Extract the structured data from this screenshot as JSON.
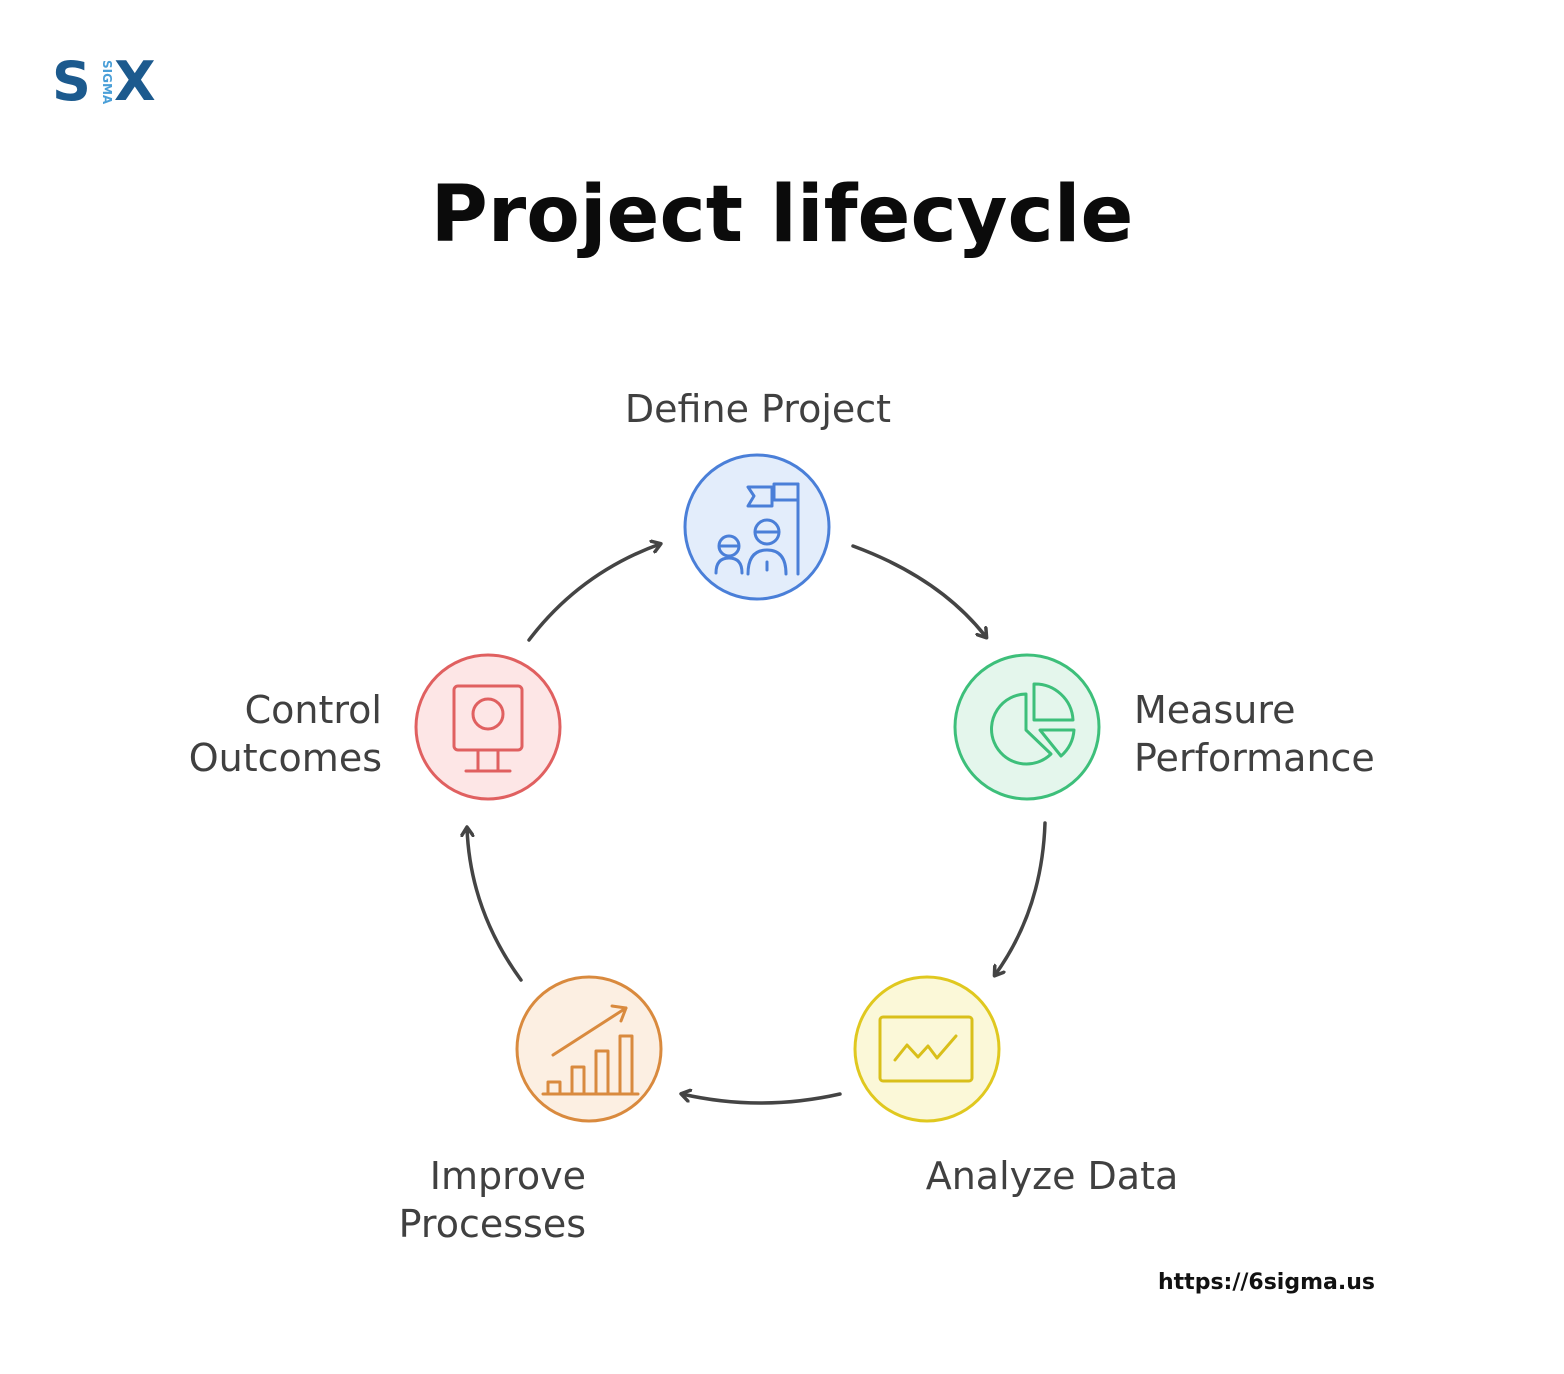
{
  "logo": {
    "letter_left": "S",
    "small_text": "SIGMA",
    "letter_right": "X"
  },
  "title": "Project lifecycle",
  "steps": [
    {
      "id": "define",
      "lines": [
        "Define Project"
      ],
      "color": "#4a7fd8",
      "fill": "#e3edfb",
      "icon": "team-flag-icon"
    },
    {
      "id": "measure",
      "lines": [
        "Measure",
        "Performance"
      ],
      "color": "#3dbf7a",
      "fill": "#e4f6ec",
      "icon": "pie-chart-icon"
    },
    {
      "id": "analyze",
      "lines": [
        "Analyze Data"
      ],
      "color": "#e0c81f",
      "fill": "#fbf8d8",
      "icon": "line-chart-screen-icon"
    },
    {
      "id": "improve",
      "lines": [
        "Improve",
        "Processes"
      ],
      "color": "#d98a3e",
      "fill": "#fcefe2",
      "icon": "growth-bar-chart-icon"
    },
    {
      "id": "control",
      "lines": [
        "Control",
        "Outcomes"
      ],
      "color": "#e06060",
      "fill": "#fde6e6",
      "icon": "monitor-target-icon"
    }
  ],
  "arrow_color": "#444444",
  "footer": {
    "url": "https://6sigma.us"
  }
}
